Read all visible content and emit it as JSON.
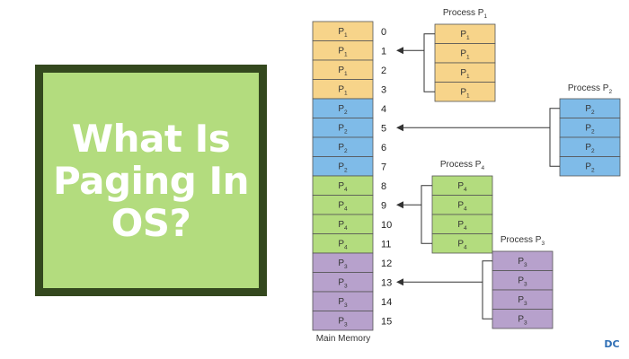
{
  "title": "What Is Paging In OS?",
  "memory_label": "Main Memory",
  "colors": {
    "P1": "#f7d48a",
    "P2": "#7fbbe8",
    "P4": "#b3dc7e",
    "P3": "#b7a1cc",
    "border": "#555555",
    "line": "#333333",
    "title_bg": "#b3dc7e",
    "title_border": "#34481e"
  },
  "main_memory": [
    {
      "frame": "0",
      "proc": "P",
      "sub": "1",
      "color": "P1"
    },
    {
      "frame": "1",
      "proc": "P",
      "sub": "1",
      "color": "P1"
    },
    {
      "frame": "2",
      "proc": "P",
      "sub": "1",
      "color": "P1"
    },
    {
      "frame": "3",
      "proc": "P",
      "sub": "1",
      "color": "P1"
    },
    {
      "frame": "4",
      "proc": "P",
      "sub": "2",
      "color": "P2"
    },
    {
      "frame": "5",
      "proc": "P",
      "sub": "2",
      "color": "P2"
    },
    {
      "frame": "6",
      "proc": "P",
      "sub": "2",
      "color": "P2"
    },
    {
      "frame": "7",
      "proc": "P",
      "sub": "2",
      "color": "P2"
    },
    {
      "frame": "8",
      "proc": "P",
      "sub": "4",
      "color": "P4"
    },
    {
      "frame": "9",
      "proc": "P",
      "sub": "4",
      "color": "P4"
    },
    {
      "frame": "10",
      "proc": "P",
      "sub": "4",
      "color": "P4"
    },
    {
      "frame": "11",
      "proc": "P",
      "sub": "4",
      "color": "P4"
    },
    {
      "frame": "12",
      "proc": "P",
      "sub": "3",
      "color": "P3"
    },
    {
      "frame": "13",
      "proc": "P",
      "sub": "3",
      "color": "P3"
    },
    {
      "frame": "14",
      "proc": "P",
      "sub": "3",
      "color": "P3"
    },
    {
      "frame": "15",
      "proc": "P",
      "sub": "3",
      "color": "P3"
    }
  ],
  "processes": [
    {
      "label": "Process P",
      "sub": "1",
      "color": "P1",
      "pages": [
        "P",
        "P",
        "P",
        "P"
      ],
      "page_sub": "1",
      "target_frame": 1
    },
    {
      "label": "Process P",
      "sub": "2",
      "color": "P2",
      "pages": [
        "P",
        "P",
        "P",
        "P"
      ],
      "page_sub": "2",
      "target_frame": 5
    },
    {
      "label": "Process P",
      "sub": "4",
      "color": "P4",
      "pages": [
        "P",
        "P",
        "P",
        "P"
      ],
      "page_sub": "4",
      "target_frame": 9
    },
    {
      "label": "Process P",
      "sub": "3",
      "color": "P3",
      "pages": [
        "P",
        "P",
        "P",
        "P"
      ],
      "page_sub": "3",
      "target_frame": 13
    }
  ],
  "logo_text": "DC"
}
